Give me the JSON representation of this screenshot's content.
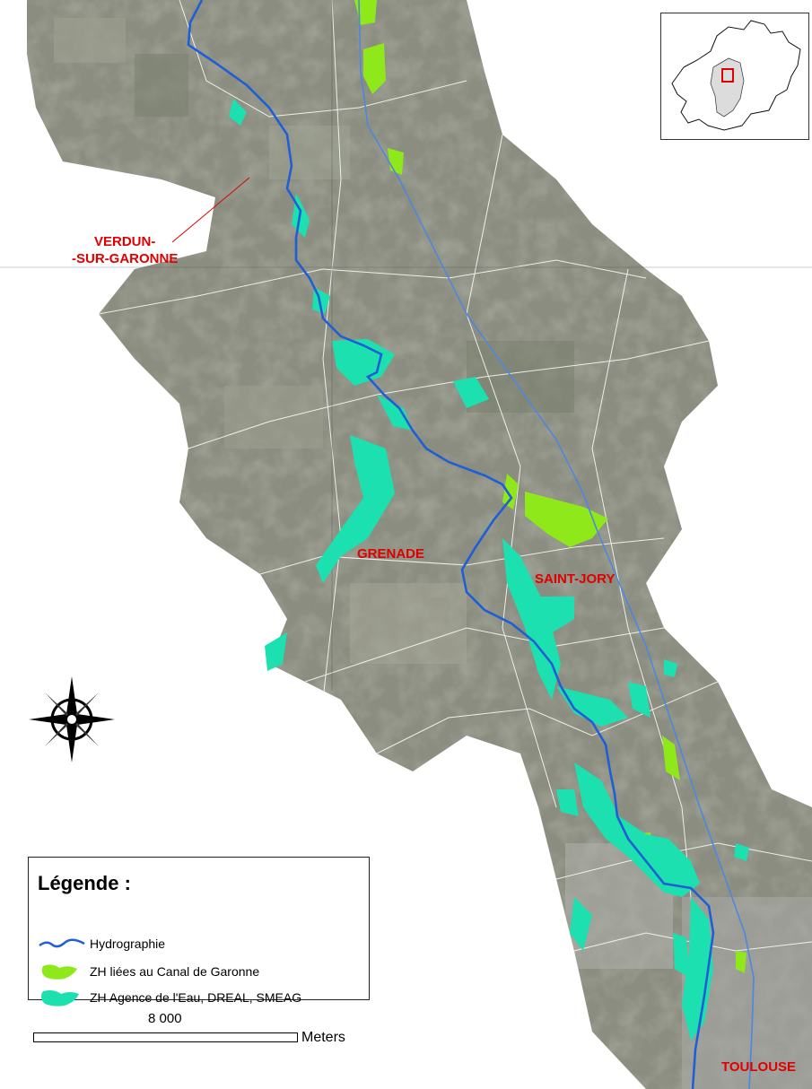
{
  "cities": {
    "verdun": "VERDUN-\n-SUR-GARONNE",
    "grenade": "GRENADE",
    "saint_jory": "SAINT-JORY",
    "toulouse": "TOULOUSE"
  },
  "legend": {
    "title": "Légende :",
    "items": [
      {
        "label": "Hydrographie",
        "color": "#1f5fd6"
      },
      {
        "label": "ZH liées au Canal de Garonne",
        "color": "#8fe81a"
      },
      {
        "label": "ZH Agence de l'Eau, DREAL, SMEAG",
        "color": "#1de0b0"
      }
    ]
  },
  "scale": {
    "value": "8 000",
    "unit": "Meters"
  },
  "icons": {
    "compass": "compass-rose-icon",
    "inset": "locator-map-icon"
  },
  "colors": {
    "river": "#1f5fd6",
    "canal": "#4f86e0",
    "canal_wetland": "#8fe81a",
    "agency_wetland": "#1de0b0",
    "label_red": "#e00000",
    "locator_box": "#e00000"
  }
}
